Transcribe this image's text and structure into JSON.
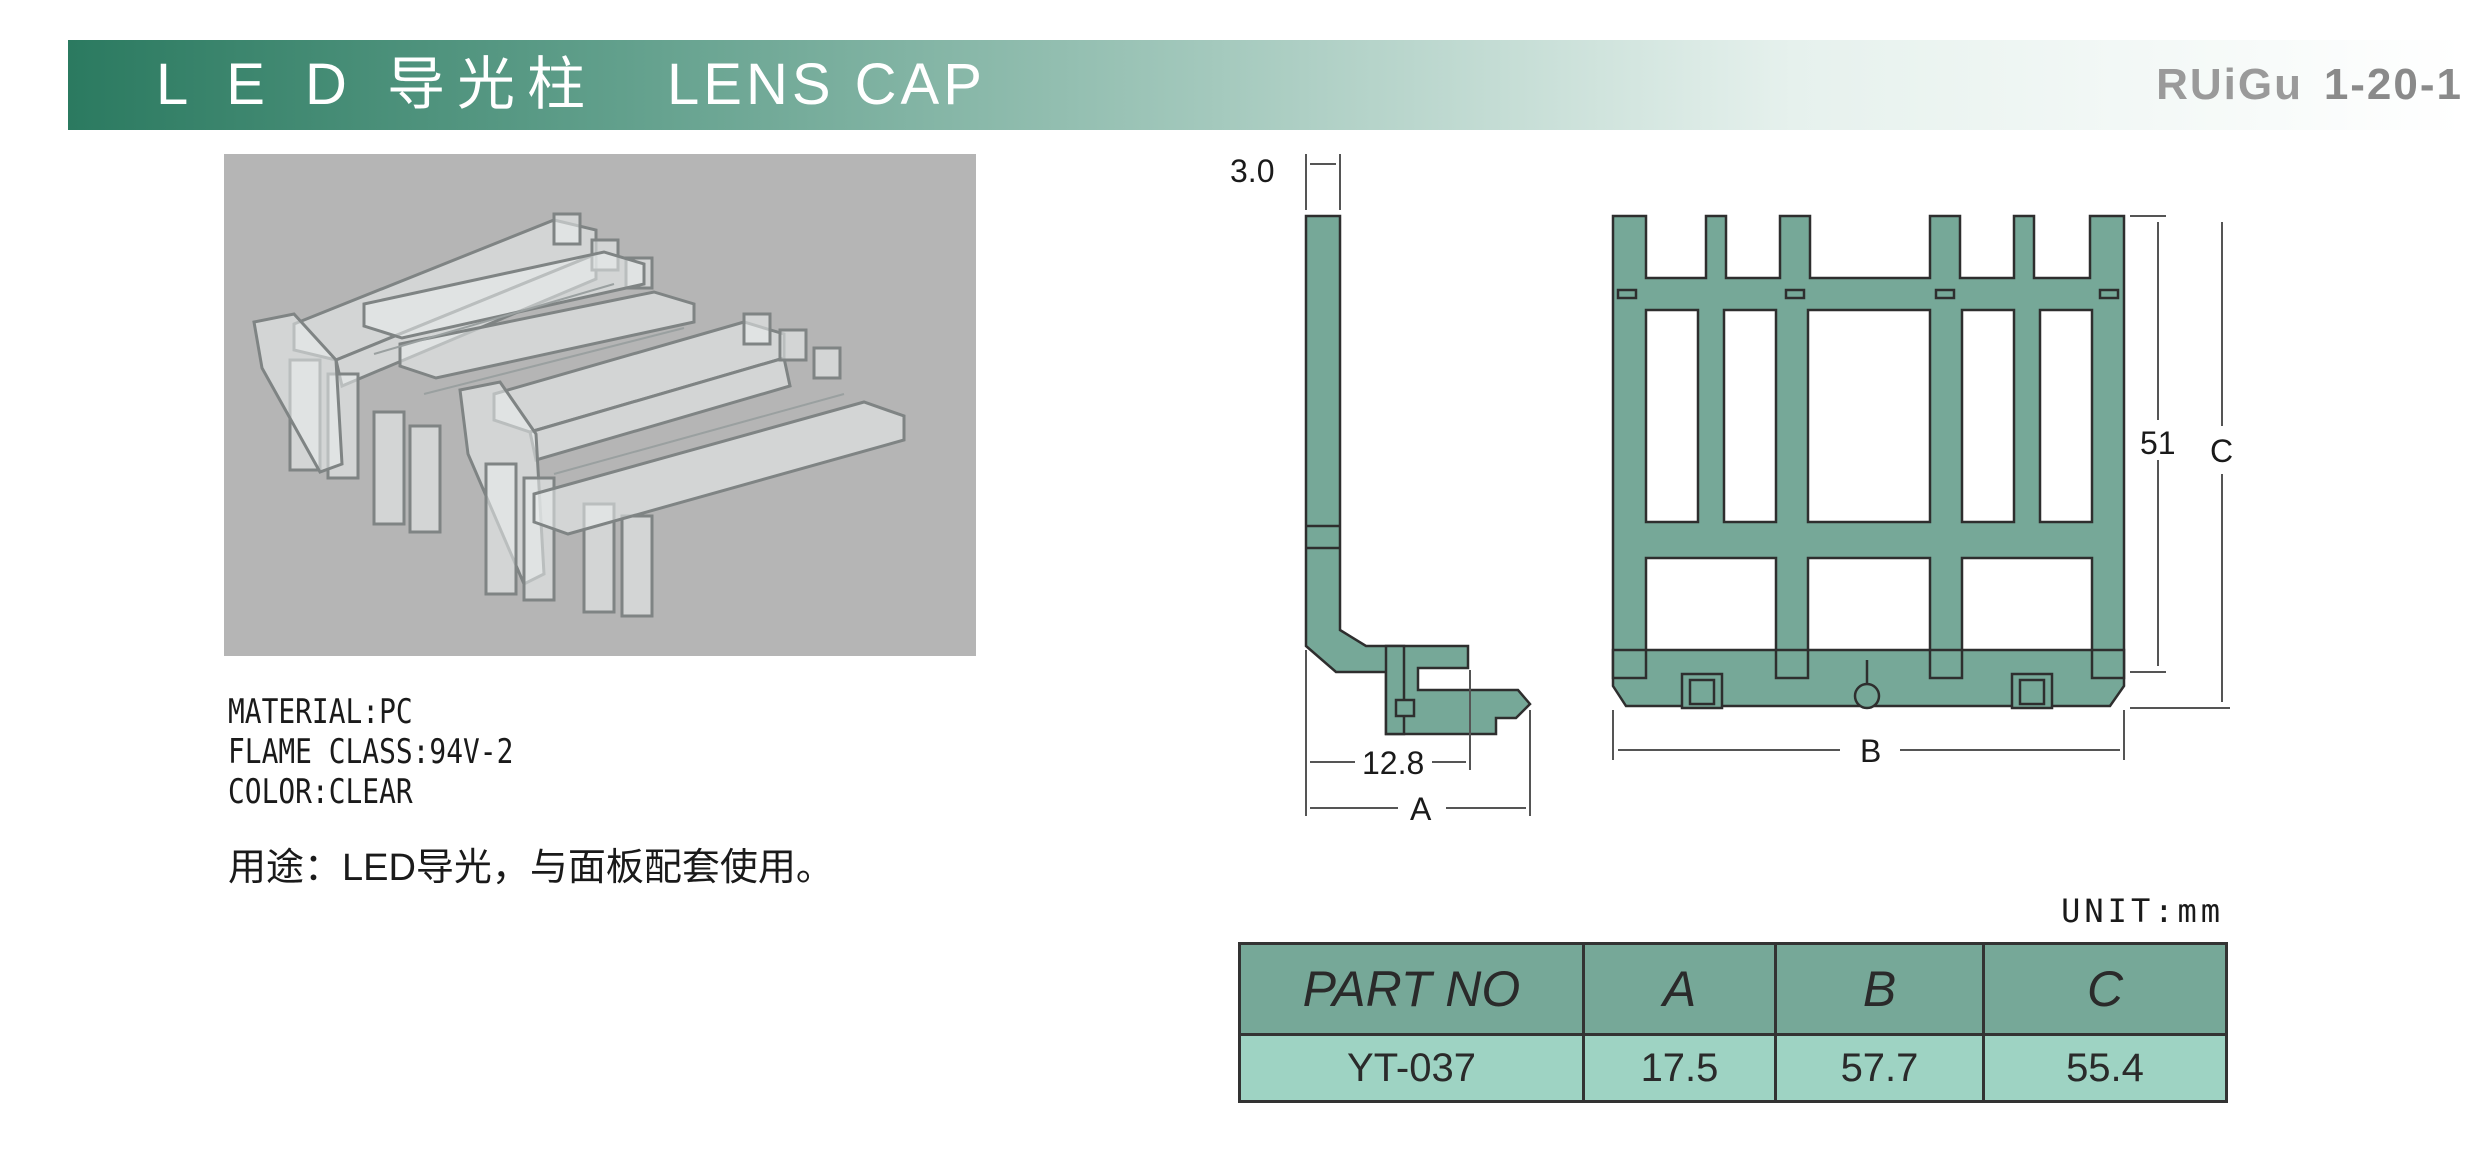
{
  "header": {
    "title_cn": "L E D 导光柱",
    "title_en": "LENS CAP",
    "brand": "RUiGu",
    "page": "1-20-1"
  },
  "specs": {
    "material": "MATERIAL:PC",
    "flame_class": "FLAME CLASS:94V-2",
    "color": "COLOR:CLEAR",
    "usage": "用途：LED导光，与面板配套使用。"
  },
  "drawing": {
    "dim_thickness": "3.0",
    "dim_inner": "12.8",
    "dim_a": "A",
    "dim_b": "B",
    "dim_height": "51",
    "dim_c": "C"
  },
  "unit": "UNIT:mm",
  "table": {
    "headers": [
      "PART NO",
      "A",
      "B",
      "C"
    ],
    "rows": [
      [
        "YT-037",
        "17.5",
        "57.7",
        "55.4"
      ]
    ]
  },
  "colors": {
    "part_fill": "#76a898",
    "header_dark": "#2b7a60",
    "table_row": "#9ed3c3"
  }
}
